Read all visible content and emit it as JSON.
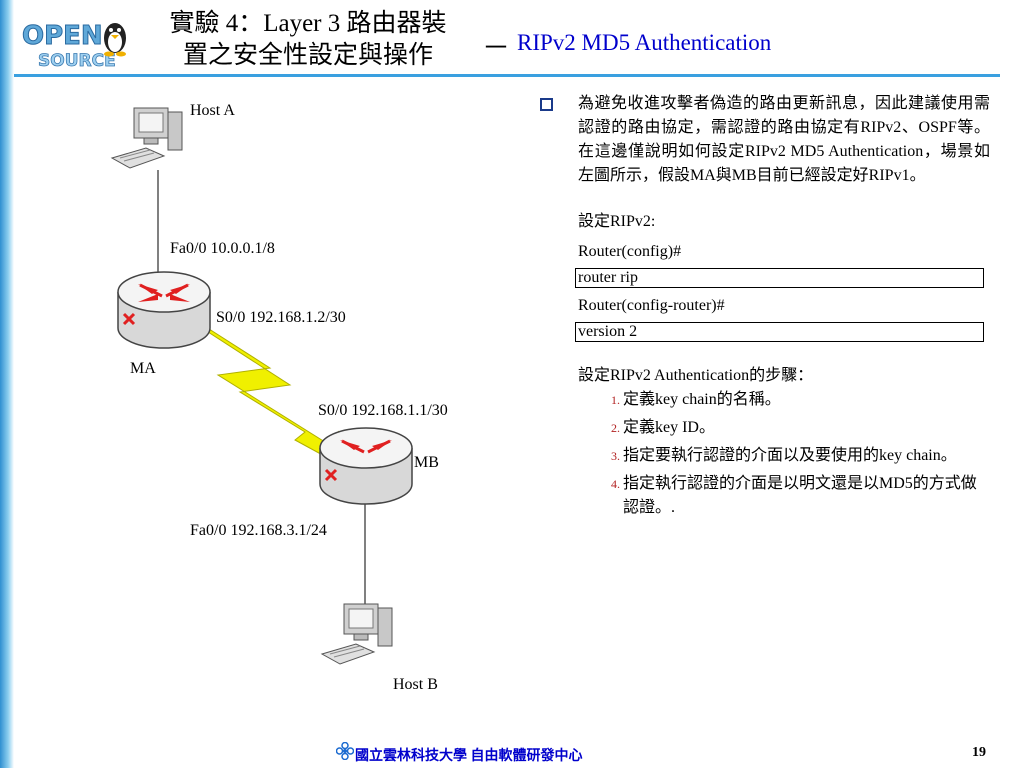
{
  "header": {
    "logo_text": "OPEN SOURCE",
    "title_line1": "實驗 4：Layer 3 路由器裝",
    "title_line2": "置之安全性設定與操作",
    "dash": "－",
    "title_en": "RIPv2 MD5 Authentication"
  },
  "diagram": {
    "host_a": "Host A",
    "host_b": "Host B",
    "ma_name": "MA",
    "mb_name": "MB",
    "ma_fa": "Fa0/0 10.0.0.1/8",
    "ma_s": "S0/0 192.168.1.2/30",
    "mb_s": "S0/0 192.168.1.1/30",
    "mb_fa": "Fa0/0 192.168.3.1/24"
  },
  "content": {
    "intro": "為避免收進攻擊者偽造的路由更新訊息，因此建議使用需認證的路由協定，需認證的路由協定有RIPv2、OSPF等。在這邊僅說明如何設定RIPv2 MD5 Authentication，場景如左圖所示，假設MA與MB目前已經設定好RIPv1。",
    "setup_label": "設定RIPv2:",
    "prompt1": "Router(config)#",
    "cmd1": "router rip",
    "prompt2": "Router(config-router)#",
    "cmd2": "version 2",
    "steps_label": "設定RIPv2 Authentication的步驟：",
    "steps": [
      "定義key chain的名稱。",
      "定義key ID。",
      "指定要執行認證的介面以及要使用的key chain。",
      "指定執行認證的介面是以明文還是以MD5的方式做認證。."
    ]
  },
  "footer": {
    "org": "國立雲林科技大學 自由軟體研發中心",
    "page": "19"
  },
  "colors": {
    "accent": "#3aa0e0",
    "title_en": "#0000cc",
    "arrow_red": "#e02020",
    "link_yellow": "#f0f000"
  }
}
